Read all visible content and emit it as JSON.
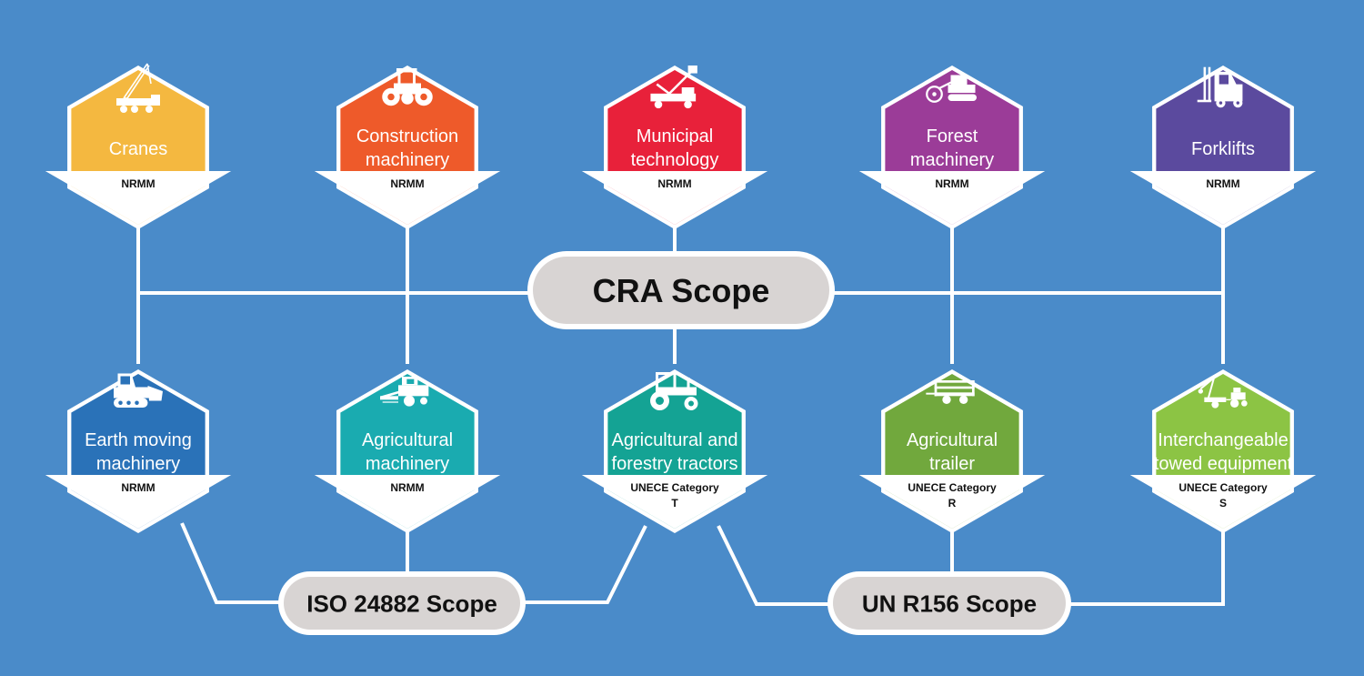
{
  "background_color": "#4a8bc9",
  "line_color": "#ffffff",
  "pill_color": "#d8d4d3",
  "scopes": {
    "cra": "CRA Scope",
    "iso": "ISO 24882 Scope",
    "un": "UN R156 Scope"
  },
  "top_row": [
    {
      "title": [
        "Cranes"
      ],
      "tag": [
        "NRMM"
      ],
      "color": "#f4b840",
      "icon": "crane-icon"
    },
    {
      "title": [
        "Construction",
        "machinery"
      ],
      "tag": [
        "NRMM"
      ],
      "color": "#ee5a2a",
      "icon": "road-roller-icon"
    },
    {
      "title": [
        "Municipal",
        "technology"
      ],
      "tag": [
        "NRMM"
      ],
      "color": "#e8213a",
      "icon": "aerial-lift-truck-icon"
    },
    {
      "title": [
        "Forest",
        "machinery"
      ],
      "tag": [
        "NRMM"
      ],
      "color": "#9b3c98",
      "icon": "forestry-harvester-icon"
    },
    {
      "title": [
        "Forklifts"
      ],
      "tag": [
        "NRMM"
      ],
      "color": "#5b4a9e",
      "icon": "forklift-icon"
    }
  ],
  "bottom_row": [
    {
      "title": [
        "Earth moving",
        "machinery"
      ],
      "tag": [
        "NRMM"
      ],
      "color": "#2a72b8",
      "icon": "skid-steer-loader-icon"
    },
    {
      "title": [
        "Agricultural",
        "machinery"
      ],
      "tag": [
        "NRMM"
      ],
      "color": "#1aabb0",
      "icon": "combine-harvester-icon"
    },
    {
      "title": [
        "Agricultural and",
        "forestry tractors"
      ],
      "tag": [
        "UNECE Category",
        "T"
      ],
      "color": "#14a394",
      "icon": "tractor-icon"
    },
    {
      "title": [
        "Agricultural",
        "trailer"
      ],
      "tag": [
        "UNECE Category",
        "R"
      ],
      "color": "#71a83d",
      "icon": "trailer-icon"
    },
    {
      "title": [
        "Interchangeable",
        "towed equipment"
      ],
      "tag": [
        "UNECE Category",
        "S"
      ],
      "color": "#8cc444",
      "icon": "towed-loader-icon"
    }
  ]
}
